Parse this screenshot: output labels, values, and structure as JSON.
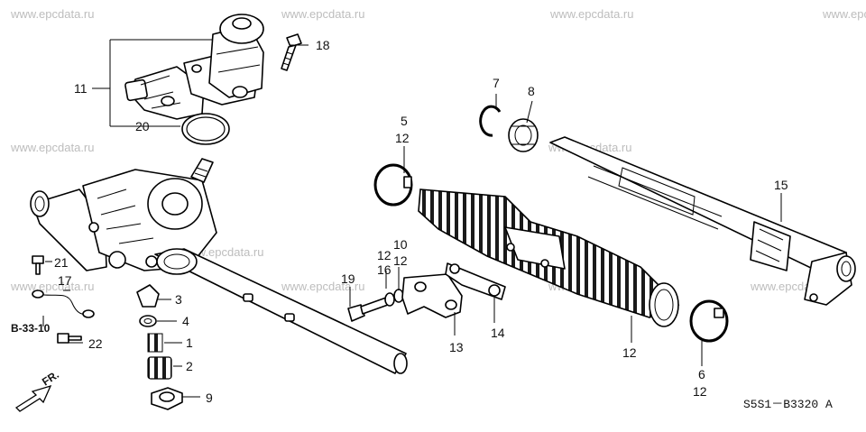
{
  "watermarks": [
    "www.epcdata.ru",
    "www.epcdata.ru",
    "www.epcdata.ru",
    "www.epc",
    "www.epcdata.ru",
    "www.epcdata.ru",
    "www.epcdata.ru",
    "www.epcdata.ru",
    "www.epcdata.ru",
    "www.epcdata.ru",
    "www.epcdata.ru"
  ],
  "labels": {
    "p1": "1",
    "p2": "2",
    "p3": "3",
    "p4": "4",
    "p5": "5",
    "p6": "6",
    "p7": "7",
    "p8": "8",
    "p9": "9",
    "p10": "10",
    "p11": "11",
    "p12a": "12",
    "p12b": "12",
    "p12c": "12",
    "p12d": "12",
    "p12e": "12",
    "p13": "13",
    "p14": "14",
    "p15": "15",
    "p16": "16",
    "p17": "17",
    "p18": "18",
    "p19": "19",
    "p20": "20",
    "p21": "21",
    "p22": "22"
  },
  "ref_code": "B-33-10",
  "direction": "FR.",
  "drawing_code": "S5S1－B3320 A"
}
